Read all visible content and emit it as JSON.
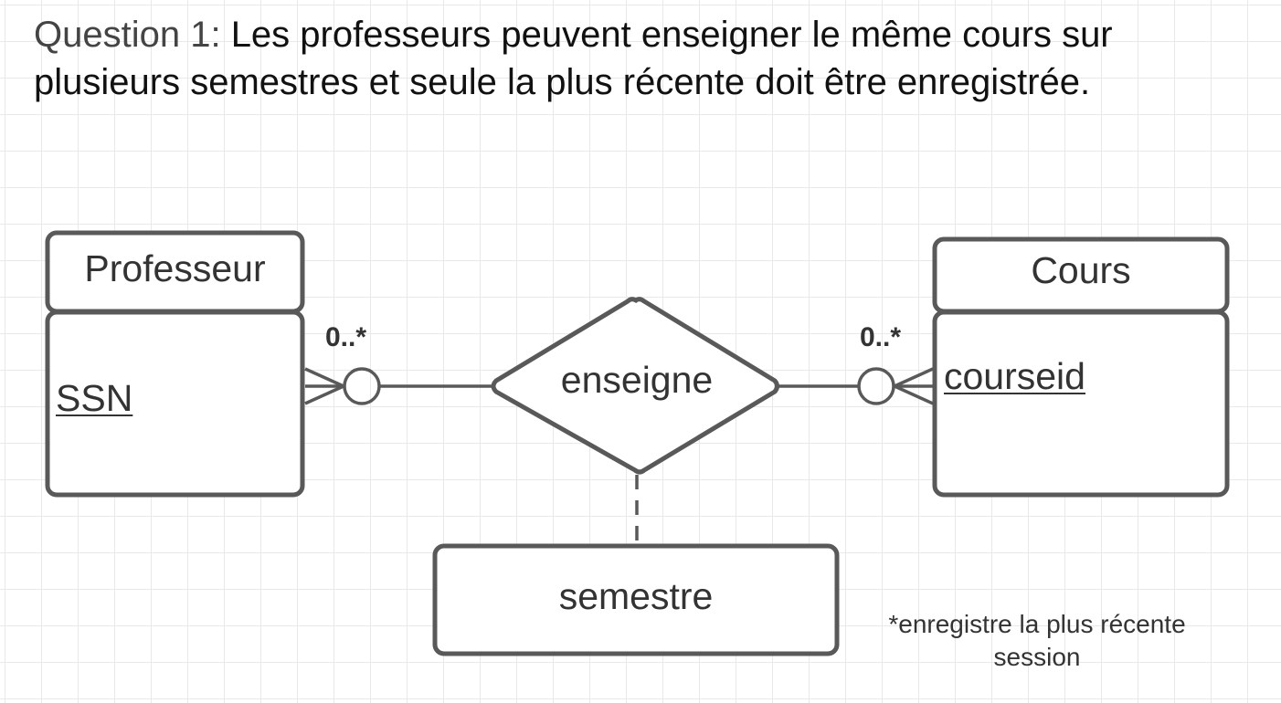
{
  "question": {
    "label": "Question 1: ",
    "text": "Les professeurs peuvent enseigner le même cours sur plusieurs semestres et seule la plus récente doit être enregistrée."
  },
  "entities": {
    "professeur": {
      "title": "Professeur",
      "attribute": "SSN"
    },
    "cours": {
      "title": "Cours",
      "attribute": "courseid"
    }
  },
  "relationship": {
    "name": "enseigne"
  },
  "relationship_attribute": {
    "name": "semestre"
  },
  "cardinalities": {
    "left": "0..*",
    "right": "0..*"
  },
  "note": {
    "line1": "*enregistre la plus récente",
    "line2": "session"
  },
  "colors": {
    "stroke": "#595959",
    "grid": "#e9e9e9",
    "text": "#333333"
  }
}
